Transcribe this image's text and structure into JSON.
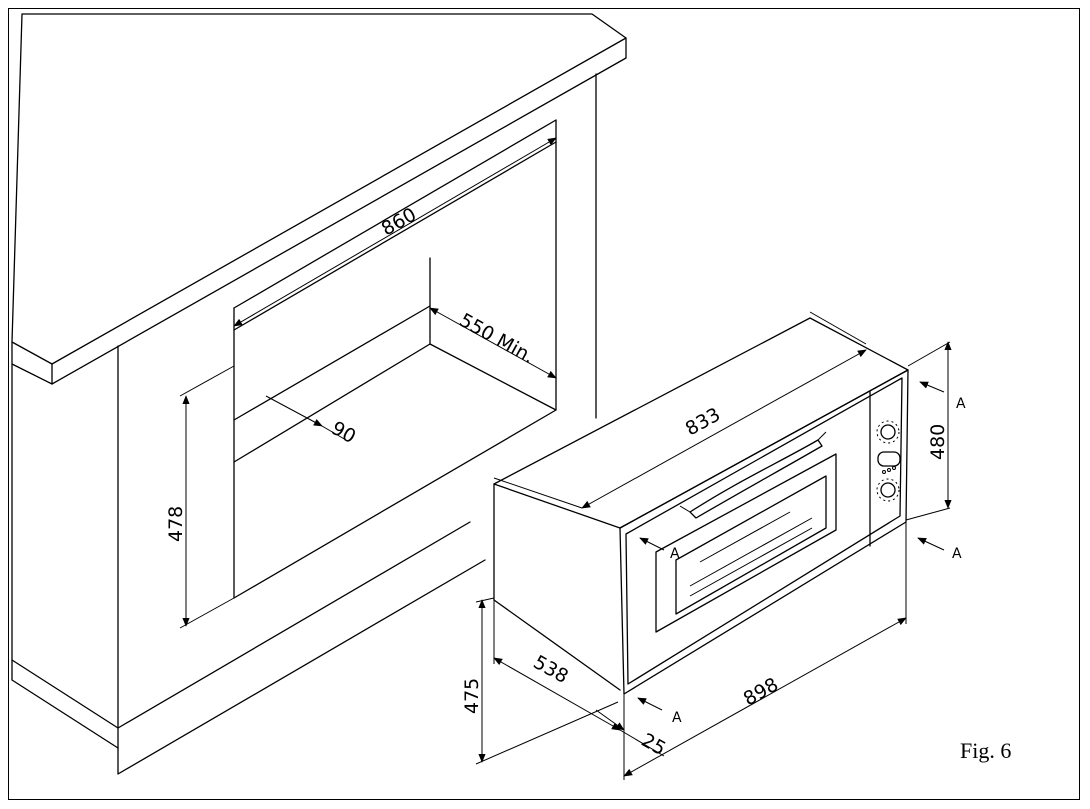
{
  "dimensions": {
    "niche_width": "860",
    "niche_depth": "550 Min.",
    "niche_height": "478",
    "niche_offset": "90",
    "oven_width": "833",
    "oven_height_front": "480",
    "oven_depth": "538",
    "oven_body_height": "475",
    "oven_front_width": "898",
    "oven_front_thickness": "25"
  },
  "section_marks": [
    "A",
    "A",
    "A",
    "A"
  ],
  "caption": "Fig. 6"
}
